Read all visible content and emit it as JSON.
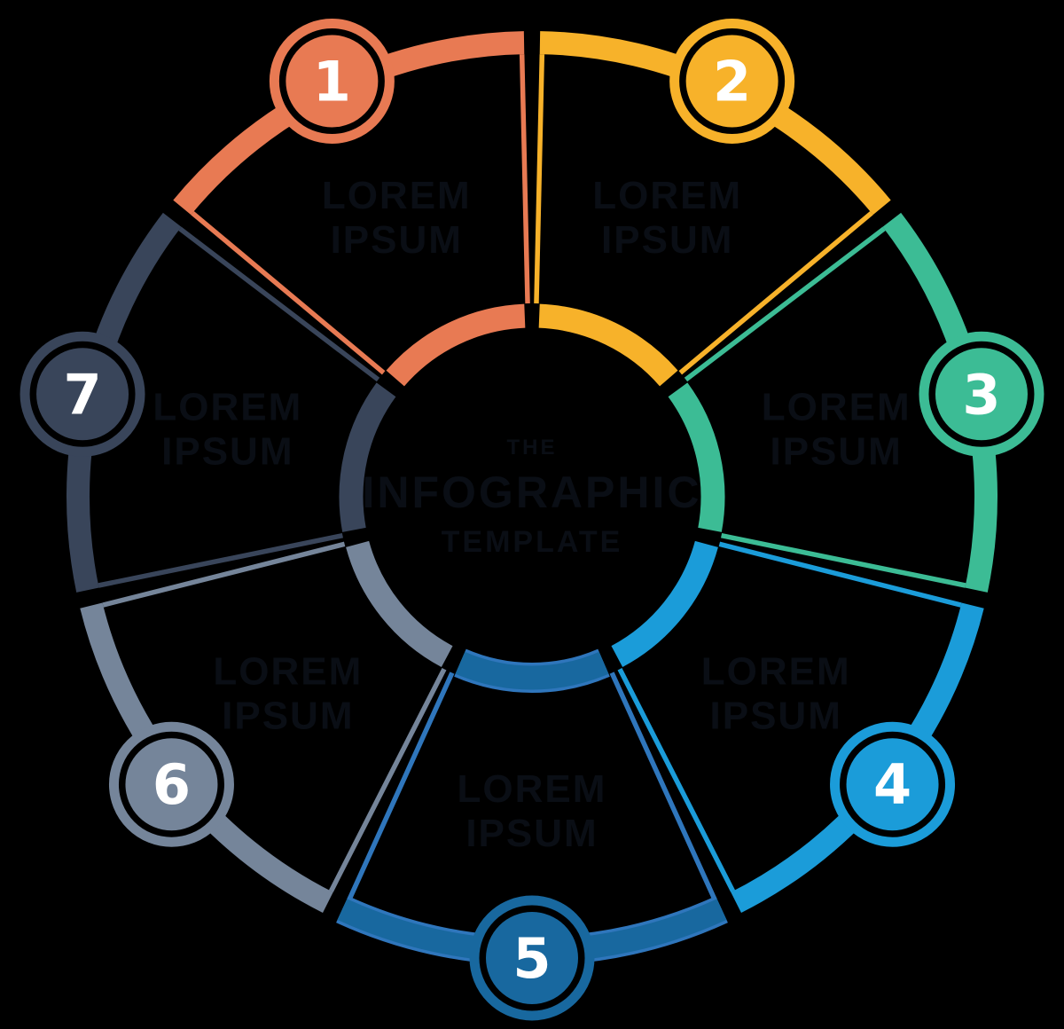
{
  "diagram": {
    "kind": "circular-7-step-infographic-wheel",
    "background_color": "#000000",
    "label_text_color": "#0a0e15",
    "badge_number_color": "#ffffff",
    "center": {
      "line1": "THE",
      "line2": "INFOGRAPHIC",
      "line3": "TEMPLATE"
    },
    "segments": [
      {
        "number": "1",
        "color": "#E87A53",
        "line_color": "#E87A53",
        "outline_color": null,
        "label1": "LOREM",
        "label2": "IPSUM"
      },
      {
        "number": "2",
        "color": "#F7B22A",
        "line_color": "#F7B22A",
        "outline_color": null,
        "label1": "LOREM",
        "label2": "IPSUM"
      },
      {
        "number": "3",
        "color": "#3CBC95",
        "line_color": "#3CBC95",
        "outline_color": null,
        "label1": "LOREM",
        "label2": "IPSUM"
      },
      {
        "number": "4",
        "color": "#1B9CD9",
        "line_color": "#1B9CD9",
        "outline_color": null,
        "label1": "LOREM",
        "label2": "IPSUM"
      },
      {
        "number": "5",
        "color": "#18689F",
        "line_color": "#2F76BC",
        "outline_color": "#2F76BC",
        "label1": "LOREM",
        "label2": "IPSUM"
      },
      {
        "number": "6",
        "color": "#75859A",
        "line_color": "#75859A",
        "outline_color": null,
        "label1": "LOREM",
        "label2": "IPSUM"
      },
      {
        "number": "7",
        "color": "#39455A",
        "line_color": "#39455A",
        "outline_color": null,
        "label1": "LOREM",
        "label2": "IPSUM"
      }
    ]
  }
}
